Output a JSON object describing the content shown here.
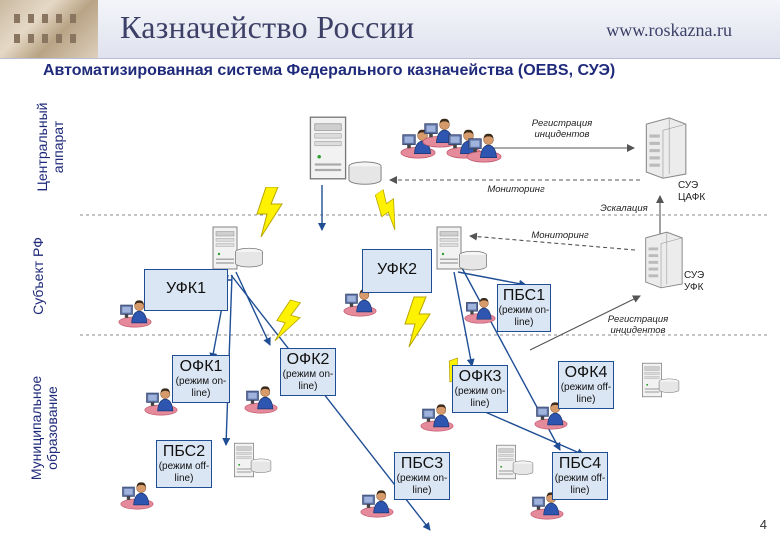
{
  "header": {
    "title": "Казначейство России",
    "url": "www.roskazna.ru"
  },
  "subtitle": "Автоматизированная система Федерального казначейства (OEBS, СУЭ)",
  "zones": {
    "central": "Центральный аппарат",
    "subject": "Субъект РФ",
    "municipal": "Муниципальное образование"
  },
  "nodes": {
    "ufk1": {
      "title": "УФК1"
    },
    "ufk2": {
      "title": "УФК2"
    },
    "pbs1": {
      "title": "ПБС1",
      "sub": "(режим on-line)"
    },
    "ofk1": {
      "title": "ОФК1",
      "sub": "(режим on-line)"
    },
    "ofk2": {
      "title": "ОФК2",
      "sub": "(режим on-line)"
    },
    "ofk3": {
      "title": "ОФК3",
      "sub": "(режим on-line)"
    },
    "ofk4": {
      "title": "ОФК4",
      "sub": "(режим off-line)"
    },
    "pbs2": {
      "title": "ПБС2",
      "sub": "(режим off-line)"
    },
    "pbs3": {
      "title": "ПБС3",
      "sub": "(режим on-line)"
    },
    "pbs4": {
      "title": "ПБС4",
      "sub": "(режим off-line)"
    }
  },
  "flows": {
    "incident_reg_top": "Регистрация инцидентов",
    "monitoring_top": "Мониторинг",
    "escalation": "Эскалация",
    "monitoring_mid": "Мониторинг",
    "incident_reg_bottom": "Регистрация инцидентов"
  },
  "systems": {
    "sue_cafk": "СУЭ ЦАФК",
    "sue_ufk": "СУЭ УФК"
  },
  "page_number": "4"
}
